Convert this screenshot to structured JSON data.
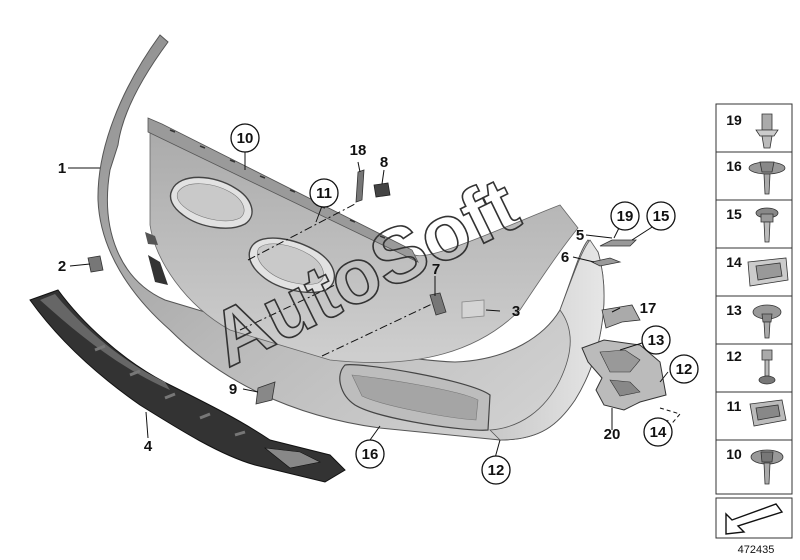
{
  "diagram": {
    "watermark": "AutoSoft",
    "image_number": "472435",
    "callouts": [
      {
        "id": "c1",
        "label": "1",
        "circled": false
      },
      {
        "id": "c2",
        "label": "2",
        "circled": false
      },
      {
        "id": "c3",
        "label": "3",
        "circled": false
      },
      {
        "id": "c4",
        "label": "4",
        "circled": false
      },
      {
        "id": "c5",
        "label": "5",
        "circled": false
      },
      {
        "id": "c6",
        "label": "6",
        "circled": false
      },
      {
        "id": "c7",
        "label": "7",
        "circled": false
      },
      {
        "id": "c8",
        "label": "8",
        "circled": false
      },
      {
        "id": "c9",
        "label": "9",
        "circled": false
      },
      {
        "id": "c10",
        "label": "10",
        "circled": true
      },
      {
        "id": "c11",
        "label": "11",
        "circled": true
      },
      {
        "id": "c12a",
        "label": "12",
        "circled": true
      },
      {
        "id": "c12b",
        "label": "12",
        "circled": true
      },
      {
        "id": "c13",
        "label": "13",
        "circled": true
      },
      {
        "id": "c14",
        "label": "14",
        "circled": true
      },
      {
        "id": "c15",
        "label": "15",
        "circled": true
      },
      {
        "id": "c16",
        "label": "16",
        "circled": true
      },
      {
        "id": "c17",
        "label": "17",
        "circled": false
      },
      {
        "id": "c18",
        "label": "18",
        "circled": false
      },
      {
        "id": "c19",
        "label": "19",
        "circled": true
      },
      {
        "id": "c20",
        "label": "20",
        "circled": false
      }
    ],
    "parts_column": [
      {
        "label": "19",
        "icon": "push-rivet-icon"
      },
      {
        "label": "16",
        "icon": "flange-screw-icon"
      },
      {
        "label": "15",
        "icon": "collar-screw-icon"
      },
      {
        "label": "14",
        "icon": "clip-nut-icon"
      },
      {
        "label": "13",
        "icon": "washer-screw-icon"
      },
      {
        "label": "12",
        "icon": "hex-screw-icon"
      },
      {
        "label": "11",
        "icon": "spring-nut-icon"
      },
      {
        "label": "10",
        "icon": "wide-washer-screw-icon"
      }
    ]
  }
}
